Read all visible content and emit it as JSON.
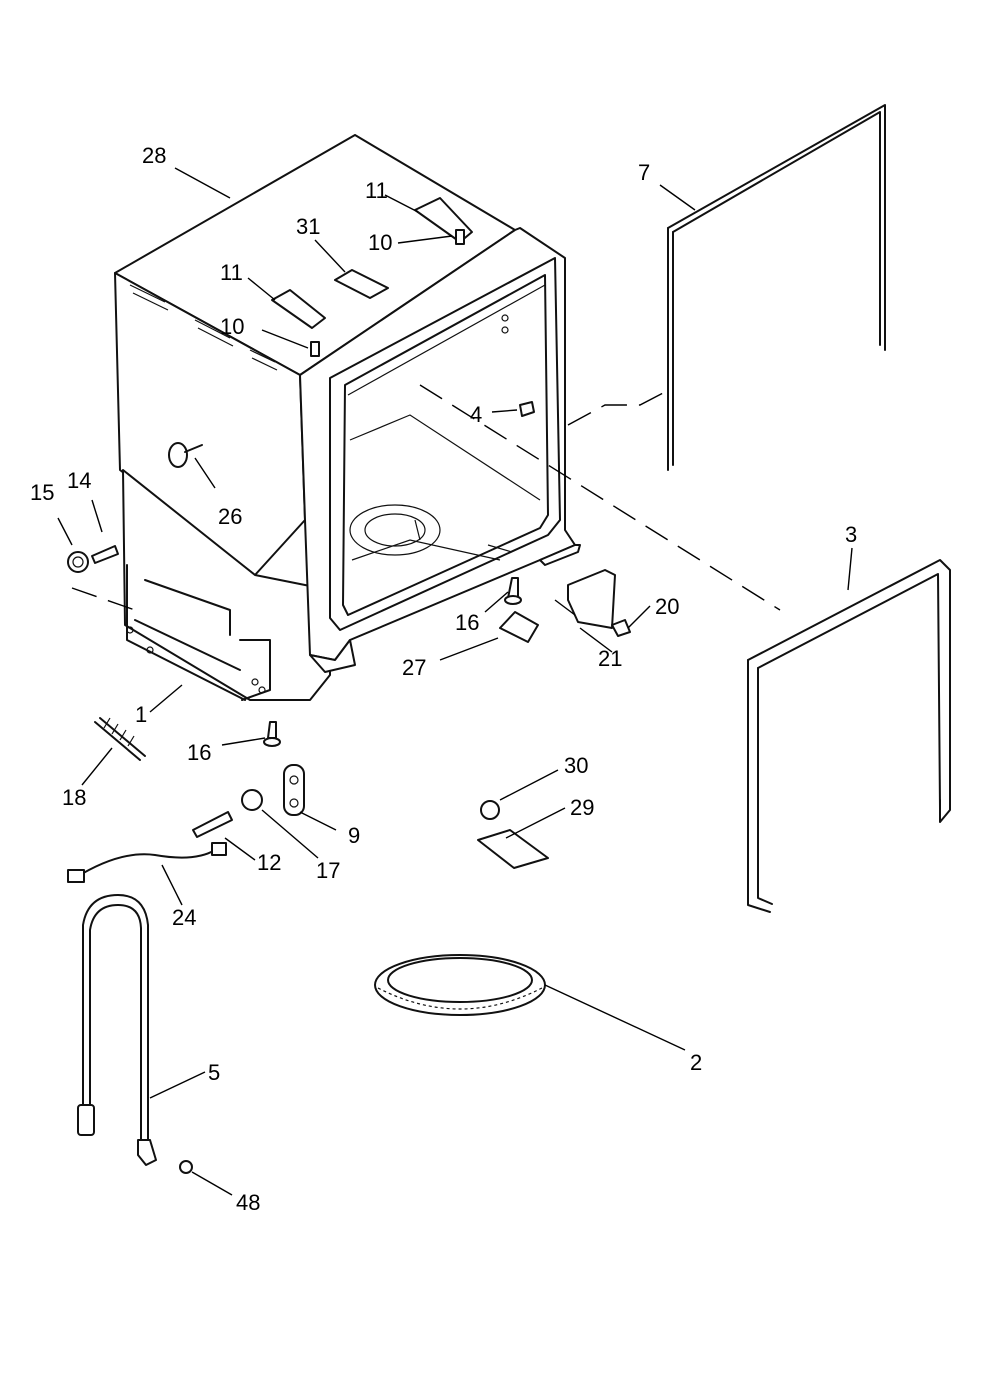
{
  "callouts": [
    {
      "id": "c28",
      "text": "28"
    },
    {
      "id": "c11a",
      "text": "11"
    },
    {
      "id": "c10a",
      "text": "10"
    },
    {
      "id": "c31",
      "text": "31"
    },
    {
      "id": "c11b",
      "text": "11"
    },
    {
      "id": "c10b",
      "text": "10"
    },
    {
      "id": "c7",
      "text": "7"
    },
    {
      "id": "c4",
      "text": "4"
    },
    {
      "id": "c15",
      "text": "15"
    },
    {
      "id": "c14",
      "text": "14"
    },
    {
      "id": "c26",
      "text": "26"
    },
    {
      "id": "c3",
      "text": "3"
    },
    {
      "id": "c16a",
      "text": "16"
    },
    {
      "id": "c20",
      "text": "20"
    },
    {
      "id": "c27",
      "text": "27"
    },
    {
      "id": "c21",
      "text": "21"
    },
    {
      "id": "c1",
      "text": "1"
    },
    {
      "id": "c16b",
      "text": "16"
    },
    {
      "id": "c18",
      "text": "18"
    },
    {
      "id": "c30",
      "text": "30"
    },
    {
      "id": "c29",
      "text": "29"
    },
    {
      "id": "c9",
      "text": "9"
    },
    {
      "id": "c12",
      "text": "12"
    },
    {
      "id": "c17",
      "text": "17"
    },
    {
      "id": "c24",
      "text": "24"
    },
    {
      "id": "c2",
      "text": "2"
    },
    {
      "id": "c5",
      "text": "5"
    },
    {
      "id": "c48",
      "text": "48"
    }
  ]
}
